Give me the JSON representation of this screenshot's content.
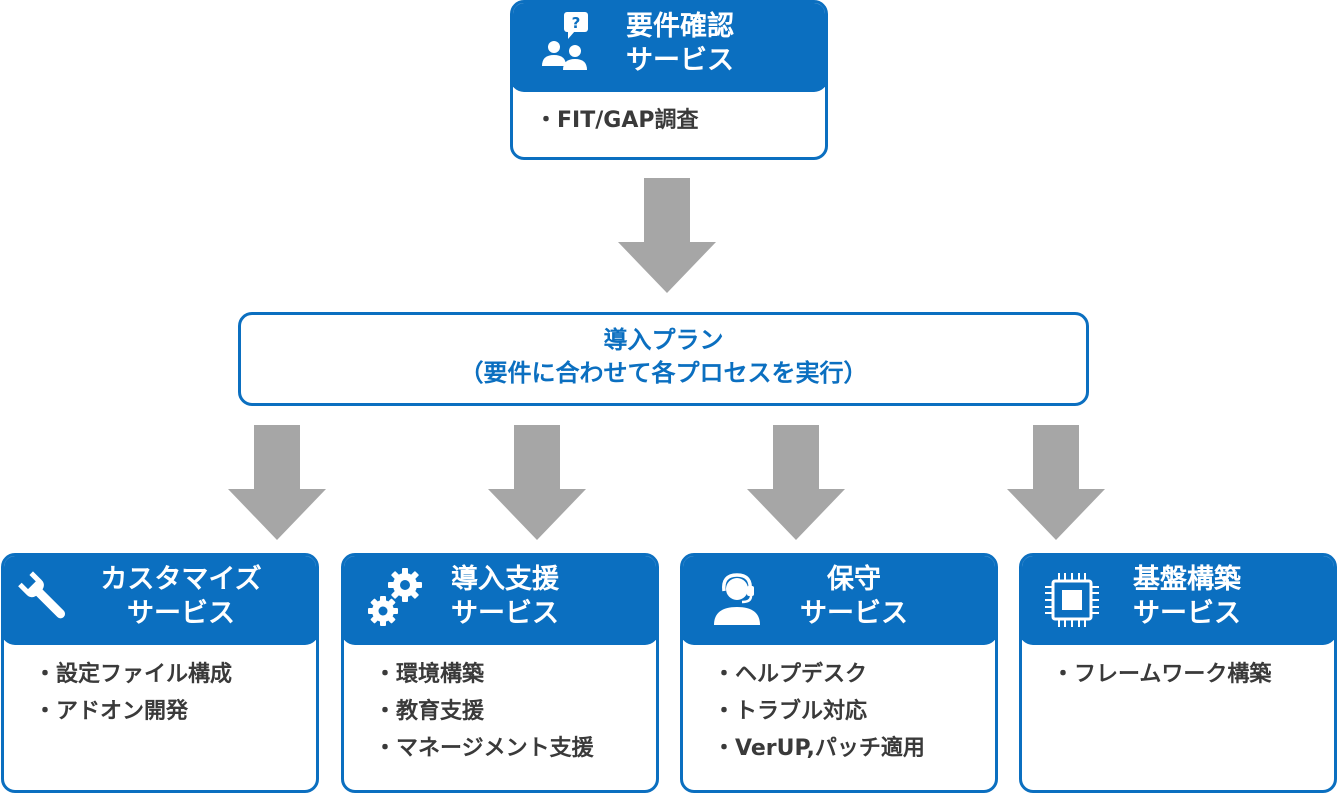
{
  "top": {
    "title_line1": "要件確認",
    "title_line2": "サービス",
    "items": [
      "FIT/GAP調査"
    ],
    "icon": "people-question-icon"
  },
  "plan": {
    "line1": "導入プラン",
    "line2": "（要件に合わせて各プロセスを実行）"
  },
  "services": [
    {
      "title_line1": "カスタマイズ",
      "title_line2": "サービス",
      "icon": "wrench-icon",
      "items": [
        "設定ファイル構成",
        "アドオン開発"
      ]
    },
    {
      "title_line1": "導入支援",
      "title_line2": "サービス",
      "icon": "gears-icon",
      "items": [
        "環境構築",
        "教育支援",
        "マネージメント支援"
      ]
    },
    {
      "title_line1": "保守",
      "title_line2": "サービス",
      "icon": "headset-operator-icon",
      "items": [
        "ヘルプデスク",
        "トラブル対応",
        "VerUP,パッチ適用"
      ]
    },
    {
      "title_line1": "基盤構築",
      "title_line2": "サービス",
      "icon": "chip-icon",
      "items": [
        "フレームワーク構築"
      ]
    }
  ],
  "colors": {
    "primary": "#0b6fc0",
    "arrow": "#a6a6a6",
    "text": "#3a3a3a"
  }
}
